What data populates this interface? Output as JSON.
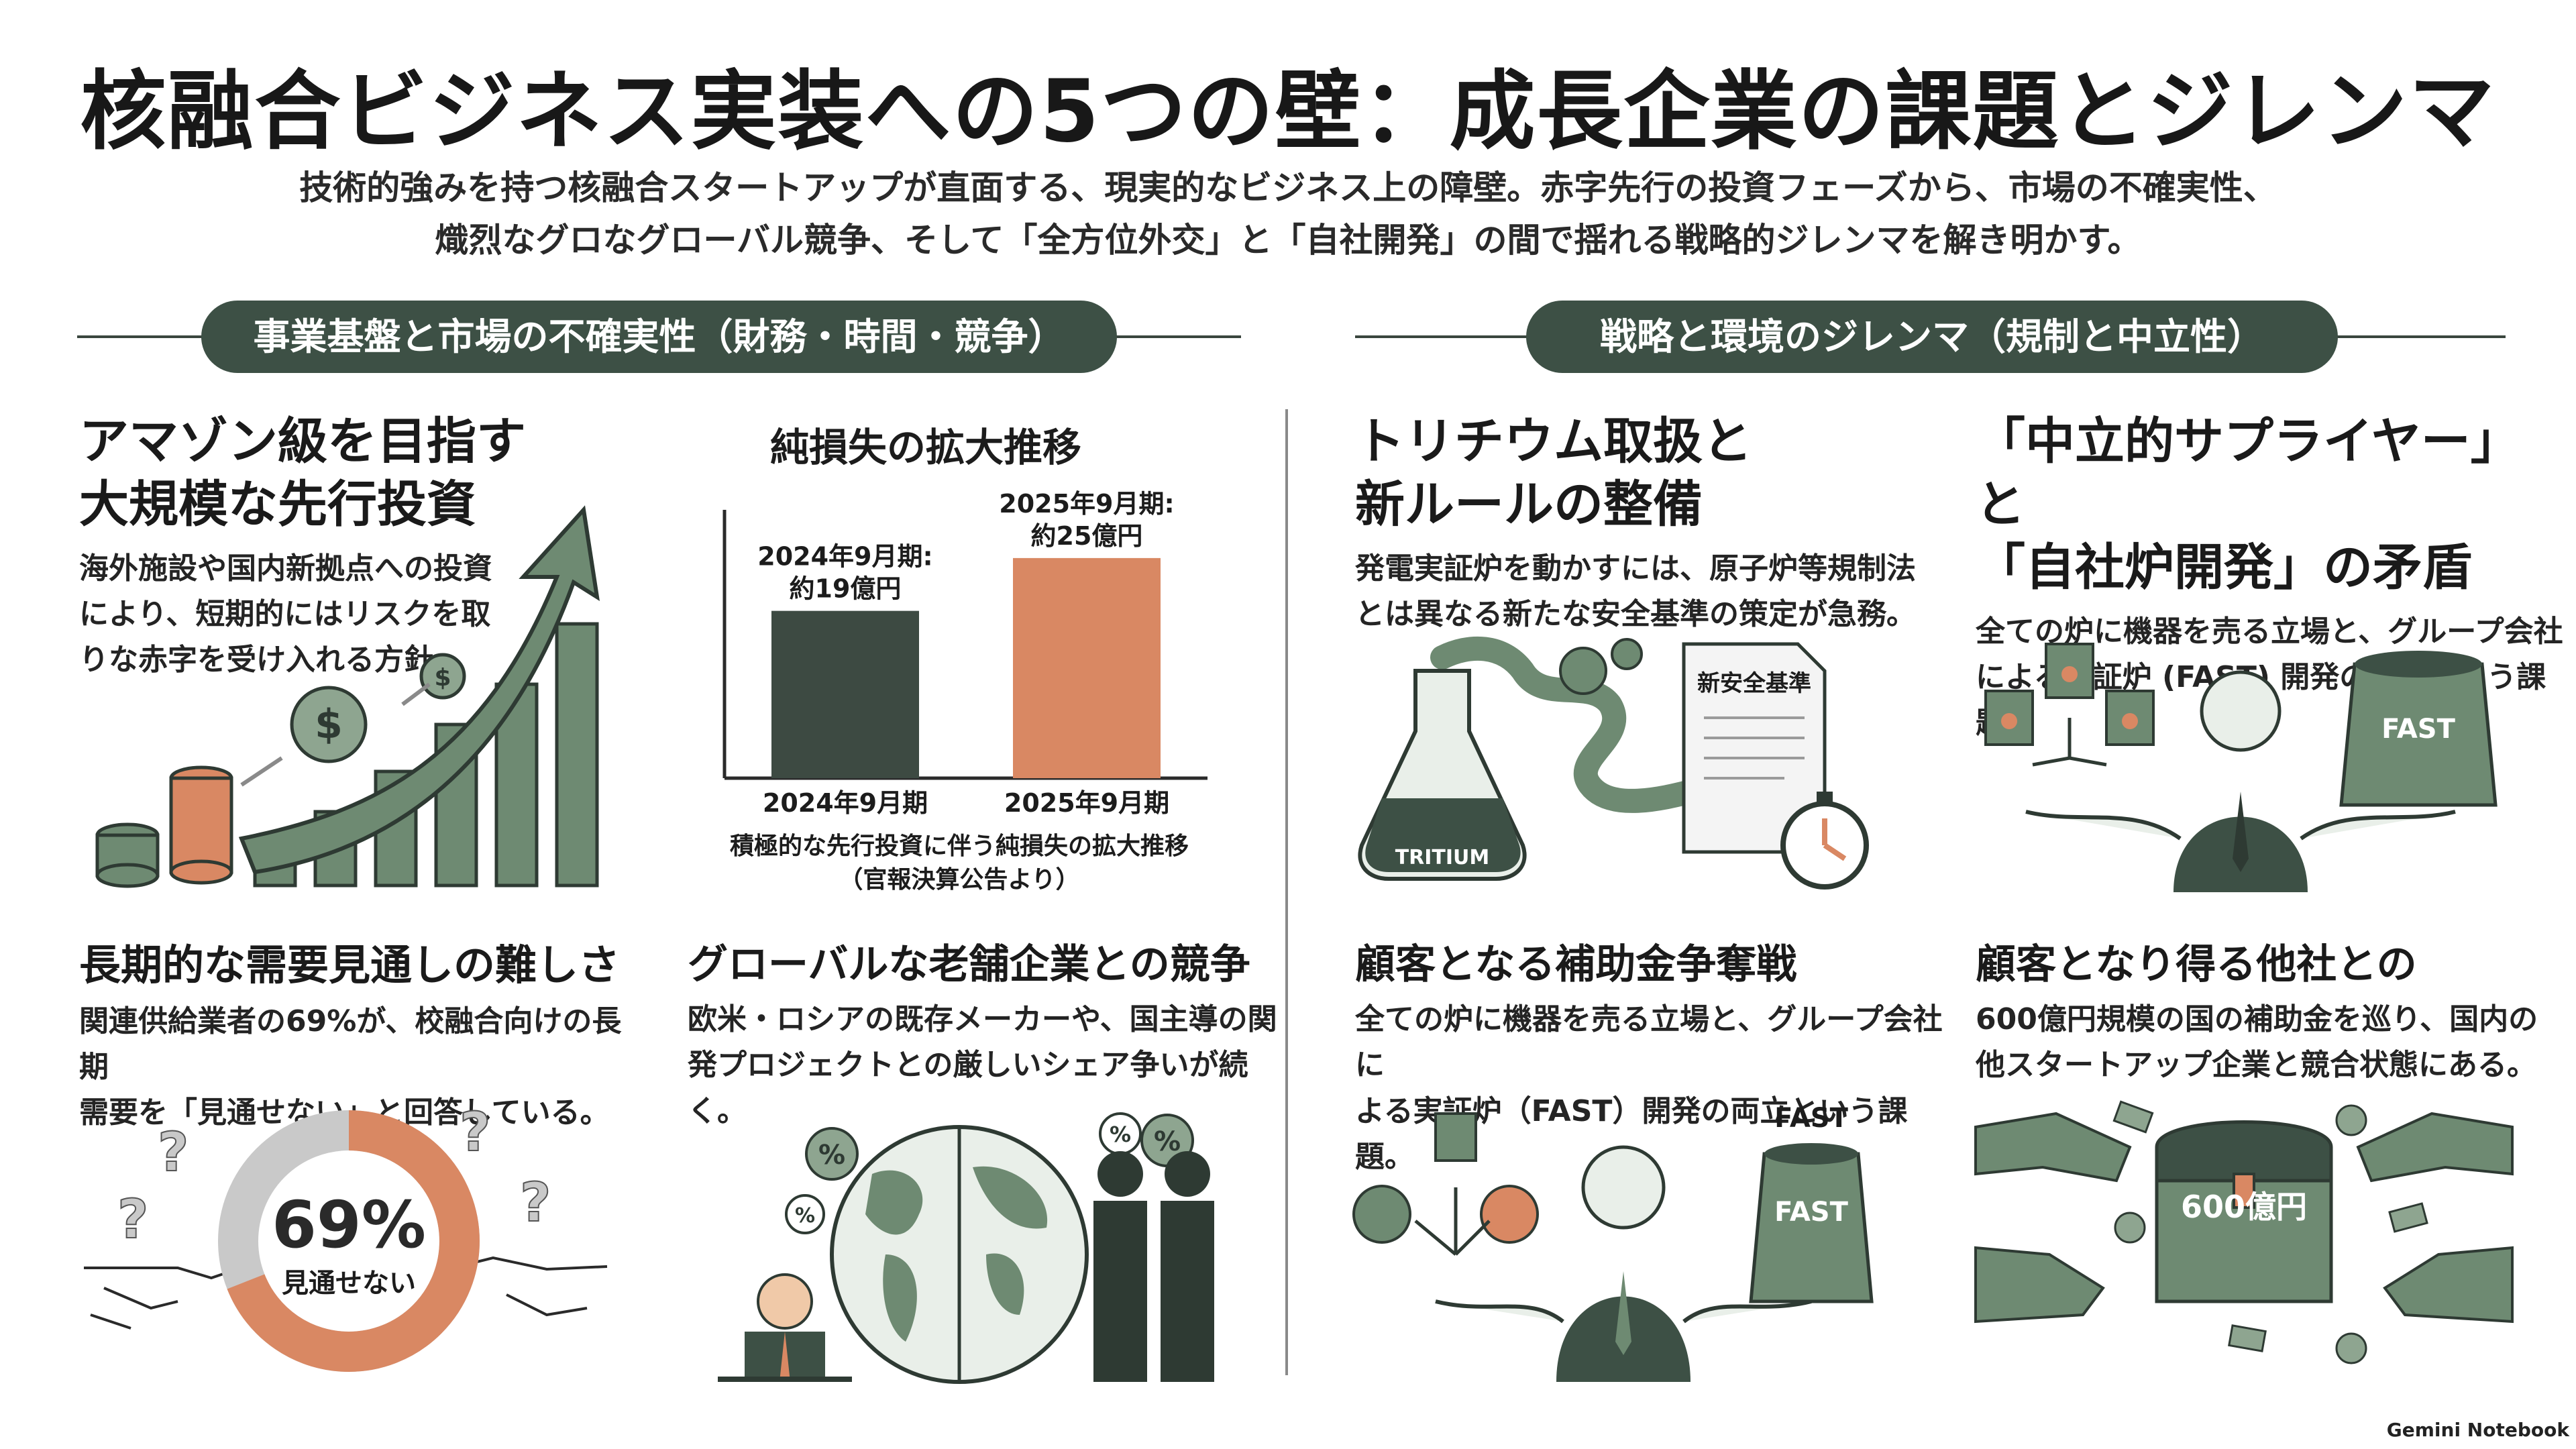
{
  "title": "核融合ビジネス実装への5つの壁：成長企業の課題とジレンマ",
  "subtitle": {
    "line1": "技術的強みを持つ核融合スタートアップが直面する、現実的なビジネス上の障壁。赤字先行の投資フェーズから、市場の不確実性、",
    "line2": "熾烈なグロなグローバル競争、そして「全方位外交」と「自社開発」の間で揺れる戦略的ジレンマを解き明かす。"
  },
  "colors": {
    "dark_green": "#3d5045",
    "sage": "#6e8a72",
    "orange": "#d98863",
    "gray": "#c9c9c9"
  },
  "left_section": {
    "label": "事業基盤と市場の不確実性（財務・時間・競争）"
  },
  "right_section": {
    "label": "戦略と環境のジレンマ（規制と中立性）"
  },
  "panels": {
    "investment": {
      "title_l1": "アマゾン級を目指す",
      "title_l2": "大規模な先行投資",
      "body_l1": "海外施設や国内新拠点への投資",
      "body_l2": "により、短期的にはリスクを取",
      "body_l3": "りな赤字を受け入れる方針。",
      "icon": "growth-arrow-coins-icon"
    },
    "net_loss": {
      "title": "純損失の拡大推移",
      "caption_l1": "積極的な先行投資に伴う純損失の拡大推移",
      "caption_l2": "（官報決算公告より）"
    },
    "demand": {
      "title": "長期的な需要見通しの難しさ",
      "body_l1": "関連供給業者の69%が、校融合向けの長期",
      "body_l2": "需要を「見通せない」と回答している。",
      "donut_value": "69%",
      "donut_label": "見通せない",
      "donut_fraction": 0.69
    },
    "competition": {
      "title": "グローバルな老舗企業との競争",
      "body_l1": "欧米・ロシアの既存メーカーや、国主導の関",
      "body_l2": "発プロジェクトとの厳しいシェア争いが続く。",
      "icon": "globe-competitors-icon"
    },
    "tritium": {
      "title_l1": "トリチウム取扱と",
      "title_l2": "新ルールの整備",
      "body_l1": "発電実証炉を動かすには、原子炉等規制法",
      "body_l2": "とは異なる新たな安全基準の策定が急務。",
      "flask_label": "TRITIUM",
      "doc_label": "新安全基準"
    },
    "neutral": {
      "title_l1": "「中立的サプライヤー」と",
      "title_l2": "「自社炉開発」の矛盾",
      "body_l1": "全ての炉に機器を売る立場と、グループ会社",
      "body_l2": "による実証炉 (FAST) 開発の両立という課題。",
      "reactor_label": "FAST"
    },
    "subsidy": {
      "title": "顧客となる補助金争奪戦",
      "body_l1": "全ての炉に機器を売る立場と、グループ会社に",
      "body_l2": "よる実証炉（FAST）開発の両立という課題。",
      "reactor_top_label": "FAST",
      "reactor_label": "FAST"
    },
    "rivals": {
      "title": "顧客となり得る他社との",
      "body_l1": "600億円規模の国の補助金を巡り、国内の",
      "body_l2": "他スタートアップ企業と競合状態にある。",
      "chest_label": "600億円"
    }
  },
  "chart_data": {
    "type": "bar",
    "title": "純損失の拡大推移",
    "categories": [
      "2024年9月期",
      "2025年9月期"
    ],
    "values": [
      19,
      25
    ],
    "unit": "億円",
    "data_labels": [
      [
        "2024年9月期:",
        "約19億円"
      ],
      [
        "2025年9月期:",
        "約25億円"
      ]
    ],
    "colors": [
      "#3d4a42",
      "#d98863"
    ],
    "ylim": [
      0,
      32
    ],
    "grid": false,
    "legend": "none"
  },
  "footer": "Gemini Notebook"
}
